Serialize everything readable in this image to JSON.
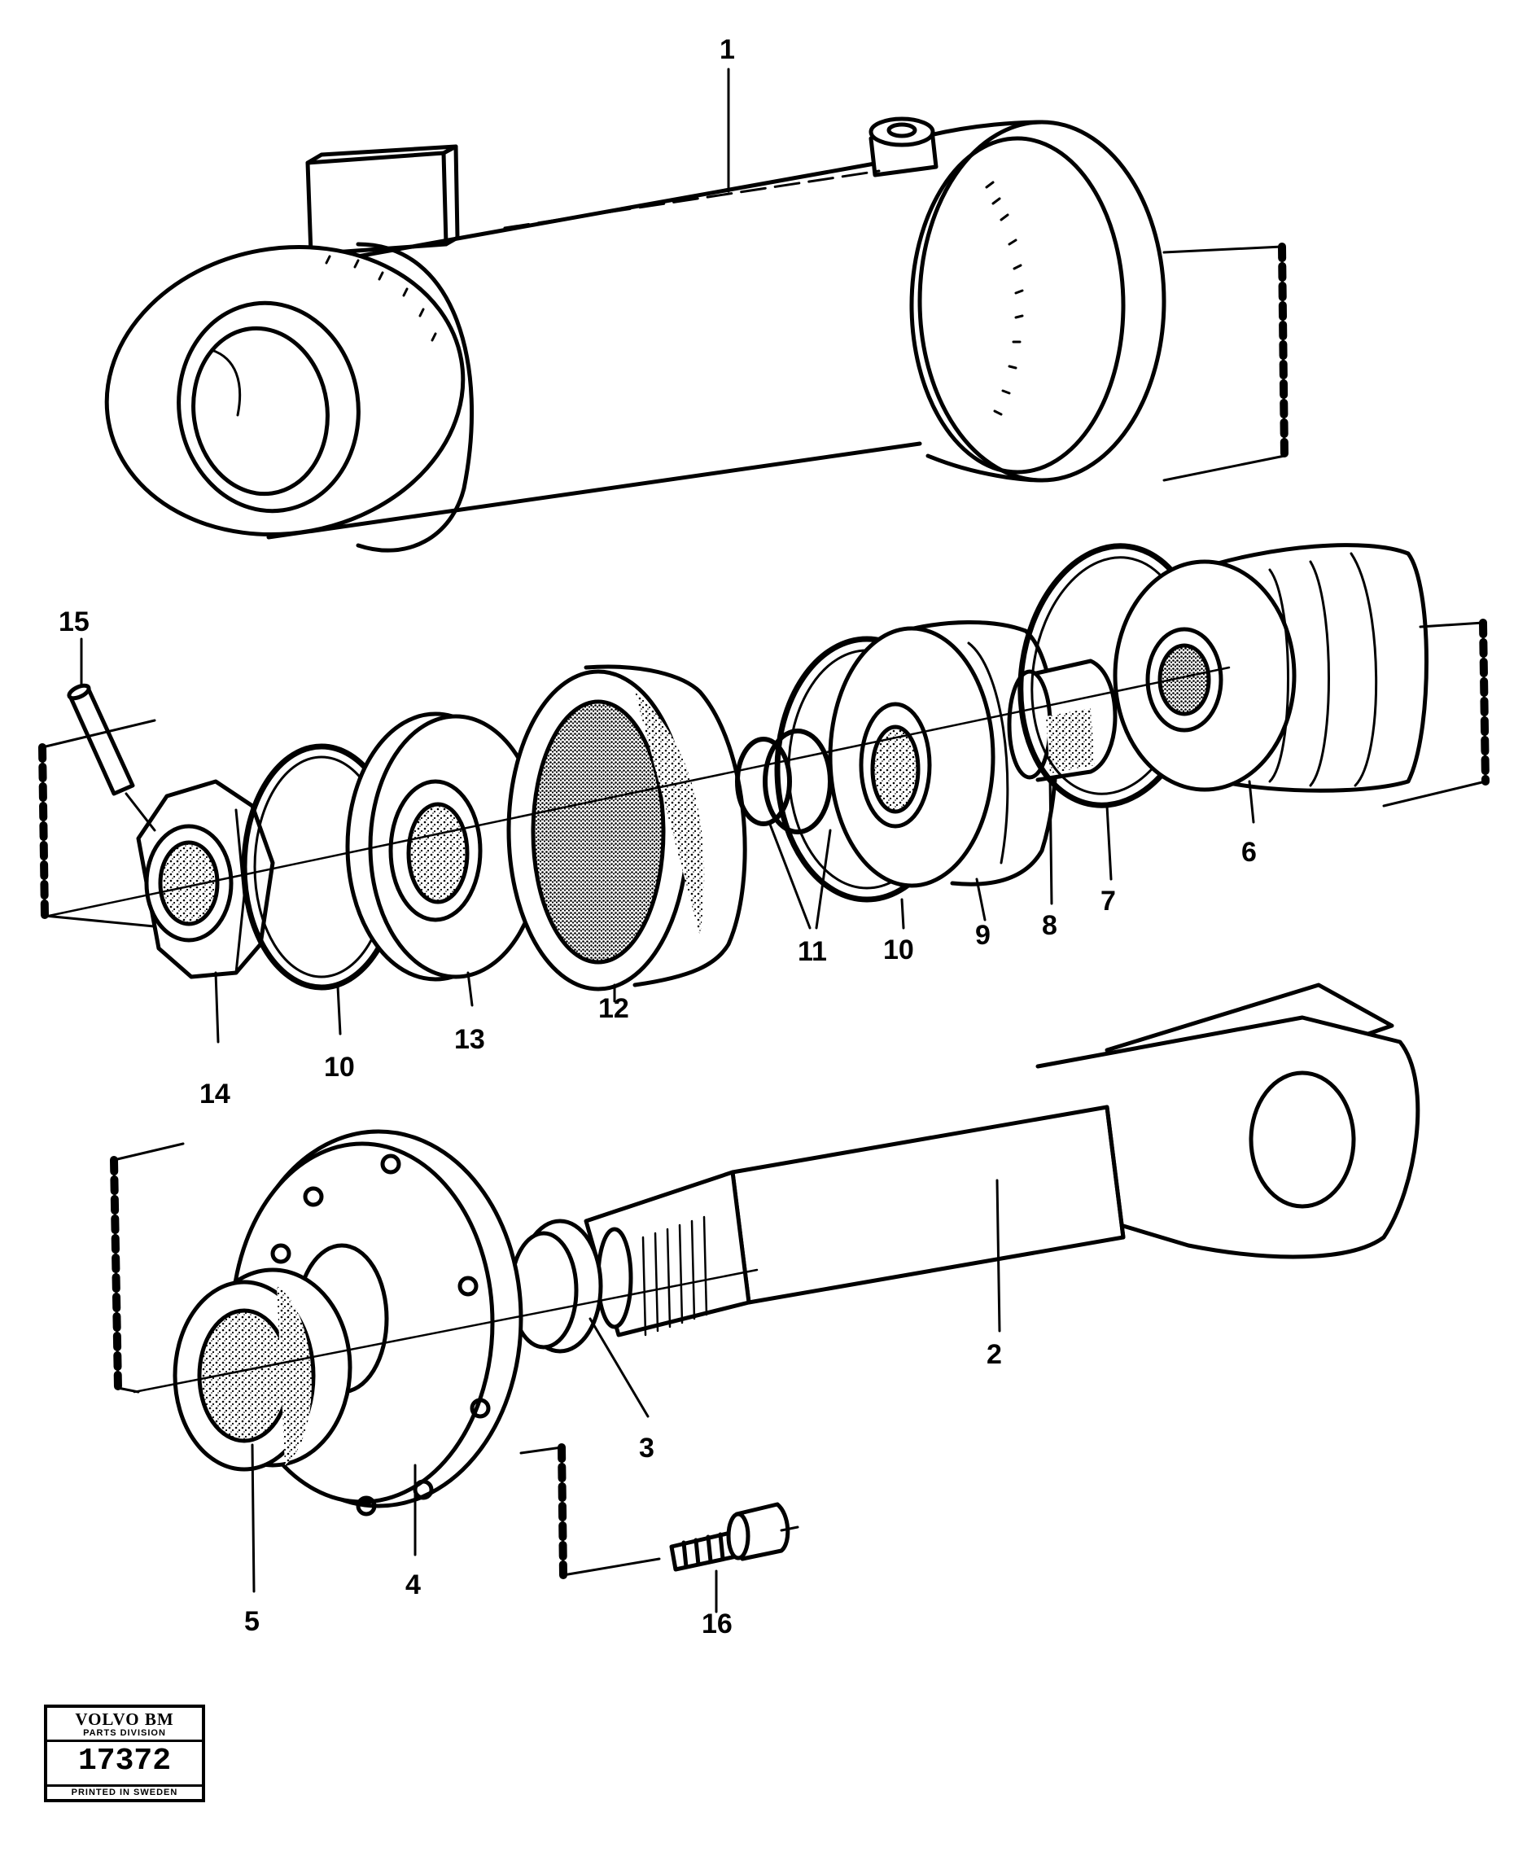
{
  "callouts": {
    "c1": "1",
    "c2": "2",
    "c3": "3",
    "c4": "4",
    "c5": "5",
    "c6": "6",
    "c7": "7",
    "c8": "8",
    "c9": "9",
    "c10a": "10",
    "c10b": "10",
    "c11": "11",
    "c12": "12",
    "c13": "13",
    "c14": "14",
    "c15": "15",
    "c16": "16"
  },
  "stamp": {
    "brand": "VOLVO BM",
    "division": "PARTS DIVISION",
    "number": "17372",
    "footer": "PRINTED IN SWEDEN"
  },
  "colors": {
    "ink": "#000000",
    "paper": "#ffffff"
  }
}
